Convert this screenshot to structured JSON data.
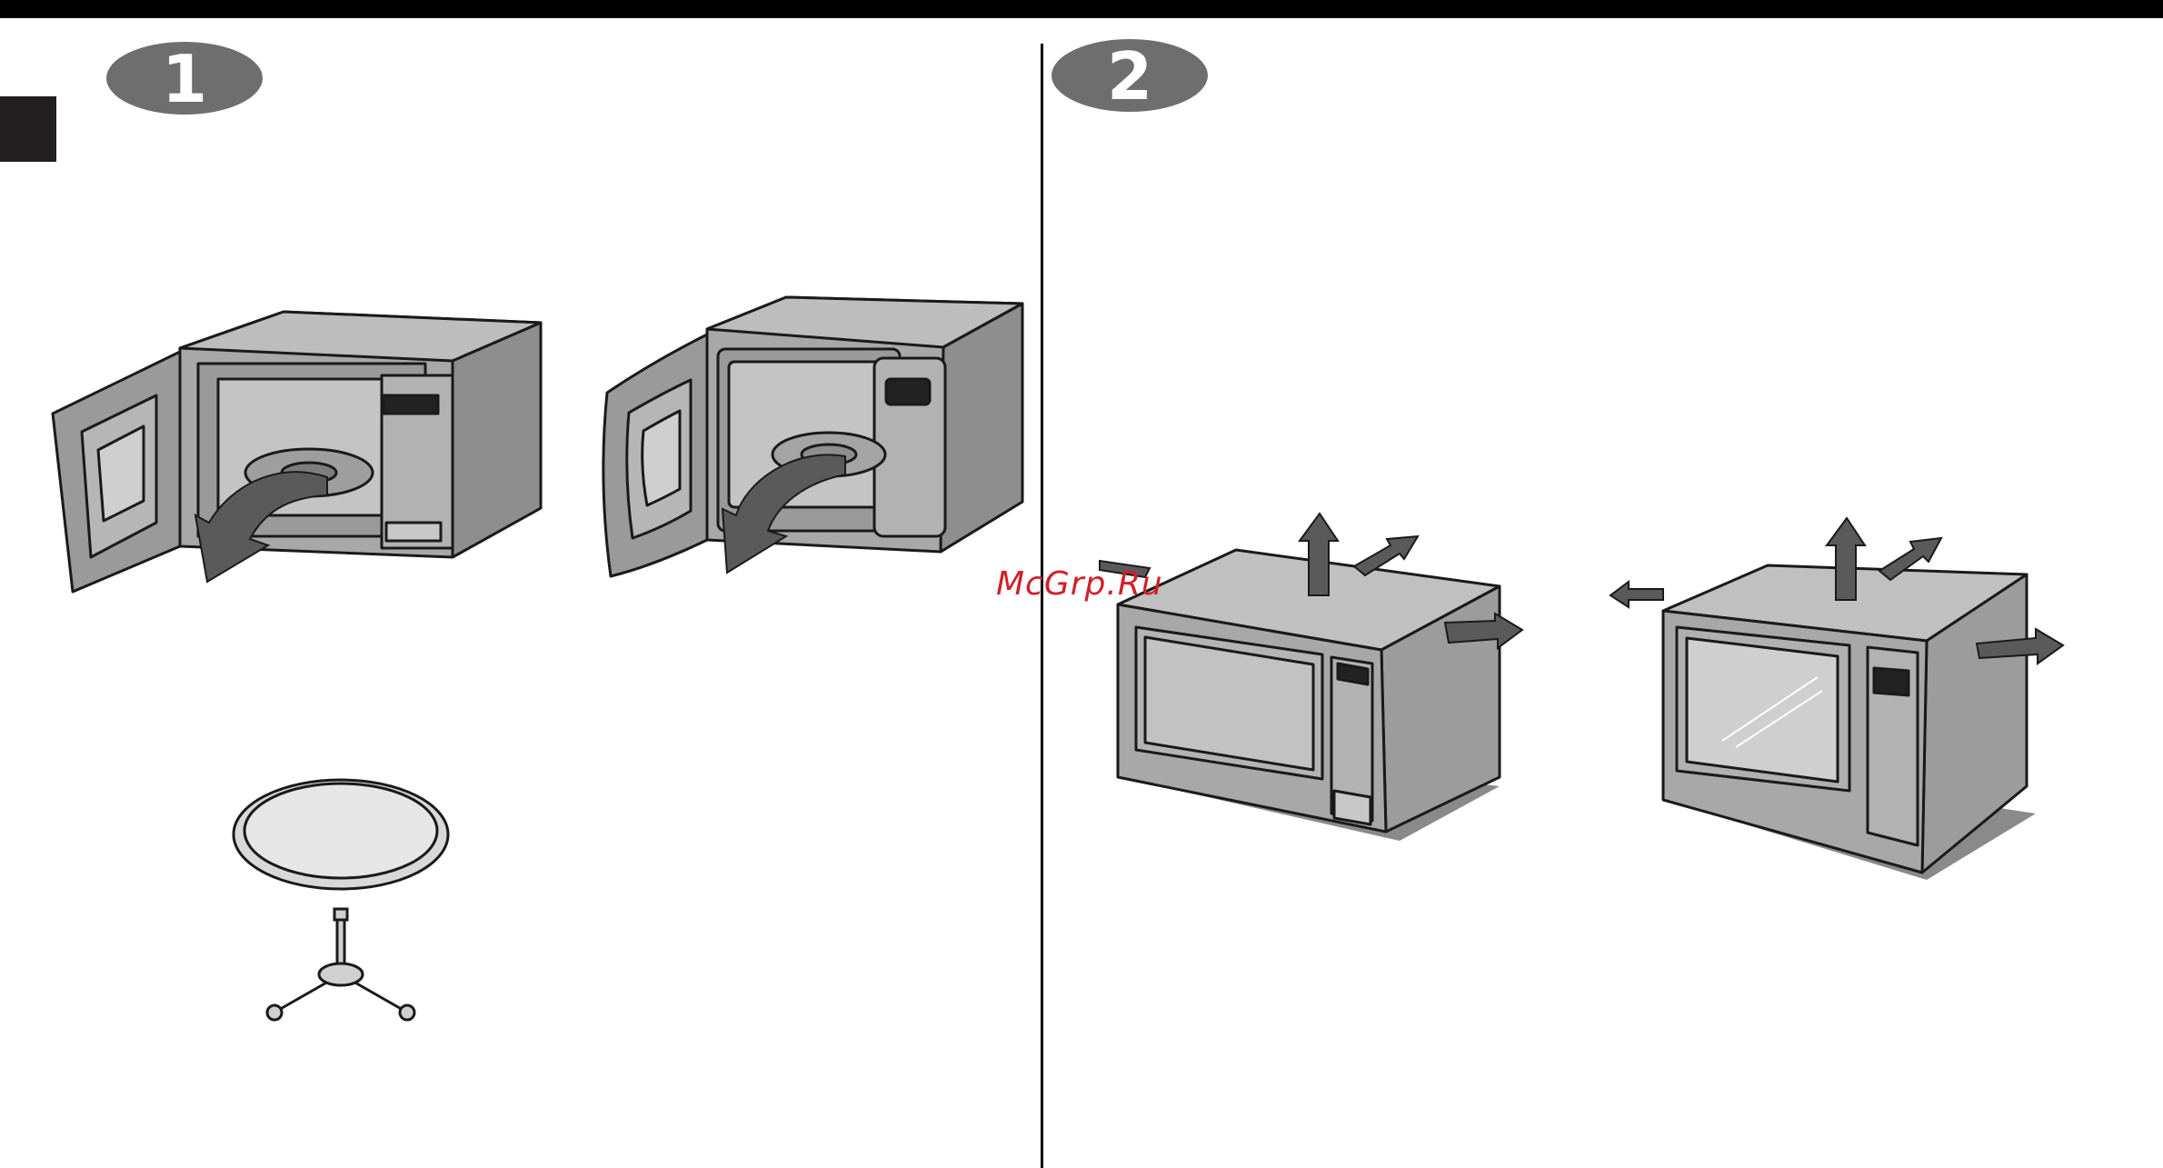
{
  "page": {
    "watermark": "McGrp.Ru"
  },
  "steps": [
    {
      "number": "1"
    },
    {
      "number": "2"
    }
  ],
  "colors": {
    "body": "#a8a8a8",
    "top": "#bdbdbd",
    "dark": "#3c3c3c",
    "arrow": "#5a5a5a",
    "plate": "#e6e6e6",
    "badge": "#6e6e6e"
  }
}
